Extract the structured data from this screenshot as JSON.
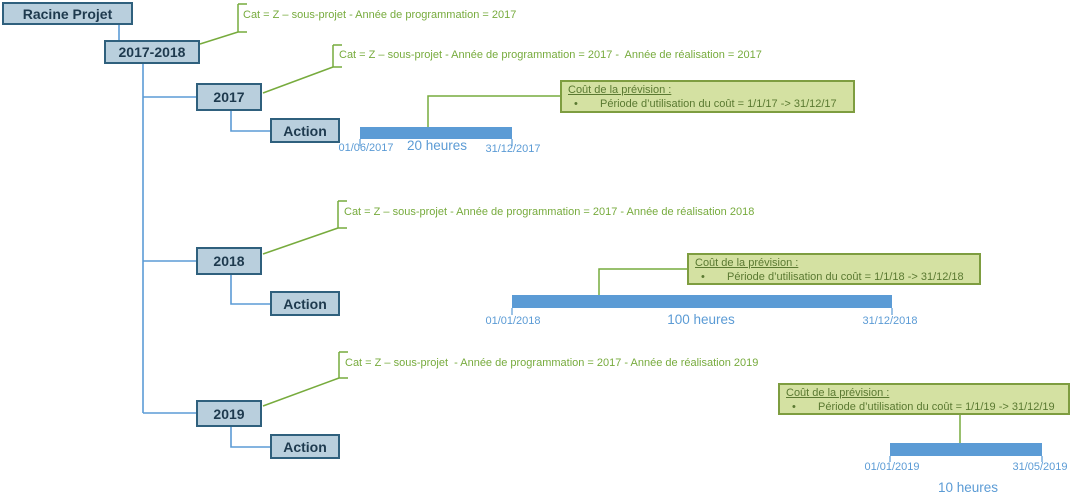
{
  "colors": {
    "node_fill": "#b9cfdd",
    "node_border": "#2f607d",
    "node_text": "#1e3a4e",
    "blue_connector": "#5b9bd5",
    "bar_fill": "#5b9bd5",
    "date_text": "#5b9bd5",
    "green_line": "#77ab3d",
    "annotation_text": "#77ab3d",
    "cost_box_fill": "#d4e1a2",
    "cost_box_border": "#7e9d40",
    "cost_box_text": "#5a7931"
  },
  "misc": {
    "bullet_char": "•"
  },
  "root": {
    "label": "Racine Projet"
  },
  "period": {
    "label": "2017-2018",
    "annotation": "Cat = Z – sous-projet - Année de programmation = 2017"
  },
  "years": [
    {
      "label": "2017",
      "action_label": "Action",
      "annotation": "Cat = Z – sous-projet - Année de programmation = 2017 -  Année de réalisation = 2017",
      "cost": {
        "title": "Coût de la prévision :",
        "bullet": "Période d’utilisation du coût = 1/1/17 -> 31/12/17"
      },
      "timeline": {
        "start": "01/06/2017",
        "duration": "20 heures",
        "end": "31/12/2017"
      }
    },
    {
      "label": "2018",
      "action_label": "Action",
      "annotation": "Cat = Z – sous-projet - Année de programmation = 2017 - Année de réalisation 2018",
      "cost": {
        "title": "Coût de la prévision :",
        "bullet": "Période d’utilisation du coût = 1/1/18 -> 31/12/18"
      },
      "timeline": {
        "start": "01/01/2018",
        "duration": "100 heures",
        "end": "31/12/2018"
      }
    },
    {
      "label": "2019",
      "action_label": "Action",
      "annotation": "Cat = Z – sous-projet  - Année de programmation = 2017 - Année de réalisation 2019",
      "cost": {
        "title": "Coût de la prévision :",
        "bullet": "Période d’utilisation du coût = 1/1/19 -> 31/12/19"
      },
      "timeline": {
        "start": "01/01/2019",
        "duration": "10 heures",
        "end": "31/05/2019"
      }
    }
  ]
}
